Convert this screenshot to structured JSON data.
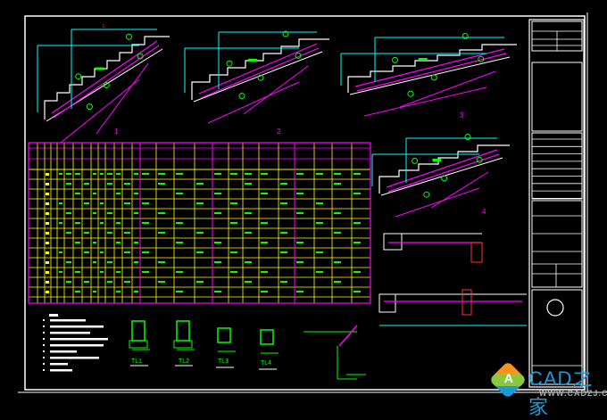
{
  "drawing": {
    "section_labels": [
      "1",
      "2",
      "3",
      "4"
    ],
    "dimension_label": "L",
    "beam_labels": [
      "TL1",
      "TL2",
      "TL3",
      "TL4"
    ]
  },
  "watermark": {
    "logo_letter": "A",
    "title": "CAD之家",
    "url": "WWW.CADZJ.COM"
  },
  "colors": {
    "background": "#000000",
    "frame": "#ffffff",
    "stair": "#ffffff",
    "rebar": "#ff00ff",
    "dimension": "#00ffff",
    "annotation": "#00ff00",
    "table_grid": "#ffff00",
    "table_border": "#ff00ff"
  }
}
